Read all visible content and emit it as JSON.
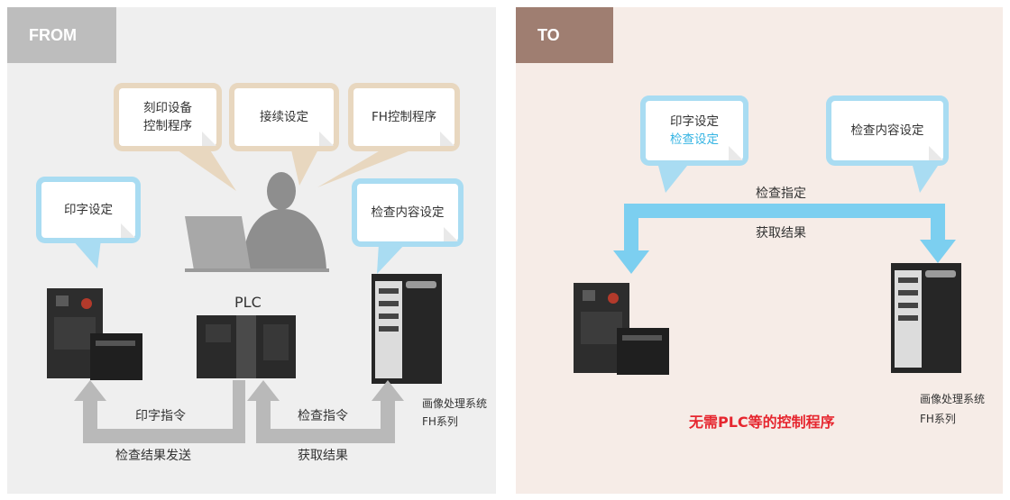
{
  "from": {
    "tab": "FROM",
    "bubbles": {
      "engrave_line1": "刻印设备",
      "engrave_line2": "控制程序",
      "connection": "接续设定",
      "fh_control": "FH控制程序",
      "print_setting": "印字设定",
      "inspect_setting": "检查内容设定"
    },
    "plc": "PLC",
    "print_cmd": "印字指令",
    "inspect_cmd": "检查指令",
    "send_result": "检查结果发送",
    "get_result": "获取结果",
    "system_line1": "画像处理系统",
    "system_line2": "FH系列"
  },
  "to": {
    "tab": "TO",
    "bubble_print": "印字设定",
    "bubble_inspect": "检查设定",
    "bubble_content": "检查内容设定",
    "inspect_spec": "检查指定",
    "get_result": "获取结果",
    "no_plc": "无需PLC等的控制程序",
    "system_line1": "画像处理系统",
    "system_line2": "FH系列"
  },
  "colors": {
    "from_bg": "#efefef",
    "to_bg": "#f6ece7",
    "arrow_gray": "#b9b9b9",
    "arrow_blue": "#7ccff0",
    "highlight_red": "#e6262f",
    "highlight_cyan": "#35b4e3"
  },
  "icons": [
    "person-laptop-icon",
    "printer-device-icon",
    "plc-controller-icon",
    "fh-controller-icon"
  ]
}
